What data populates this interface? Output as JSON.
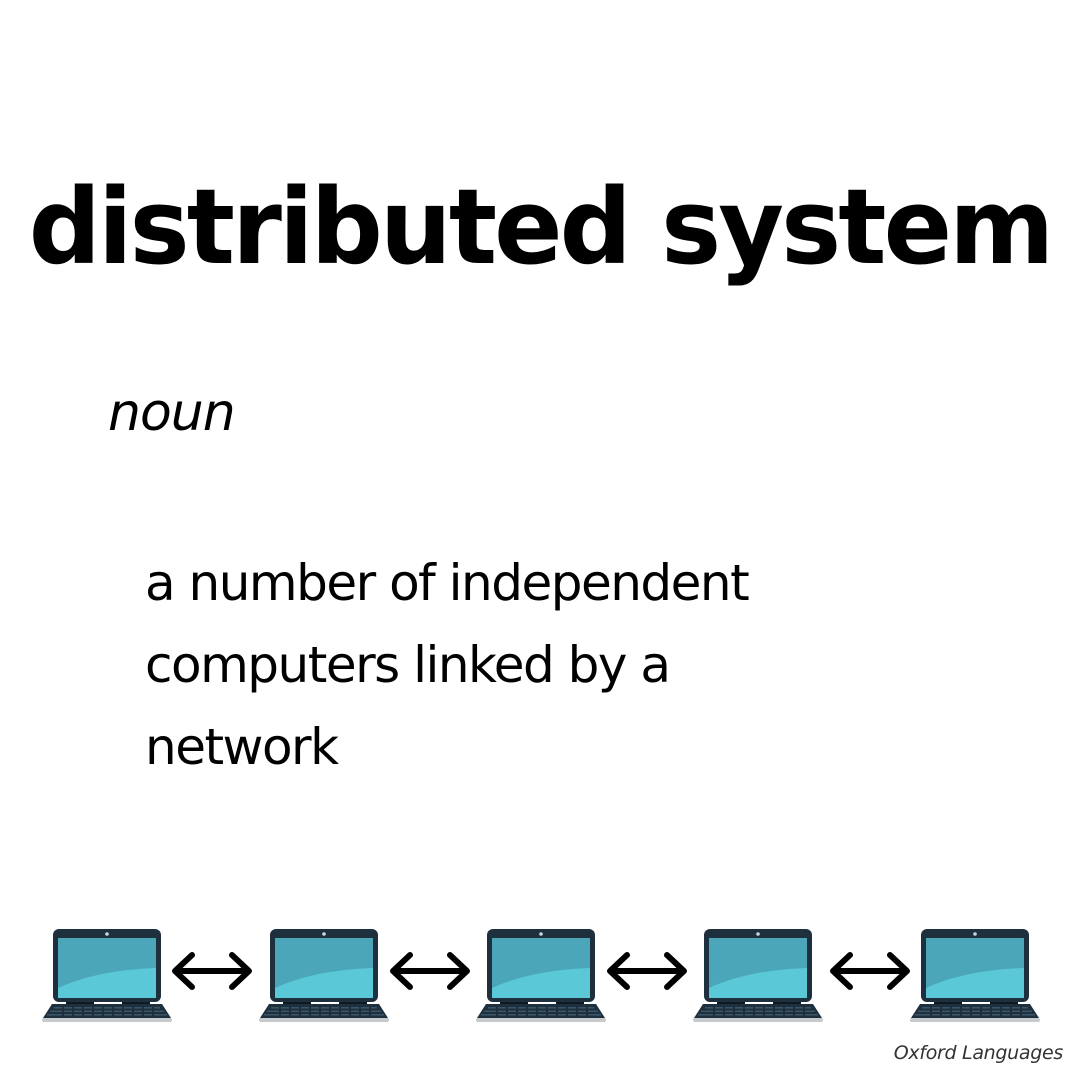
{
  "entry": {
    "headword": "distributed system",
    "part_of_speech": "noun",
    "definition_lines": [
      "a number of independent",
      "computers linked by a",
      "network"
    ],
    "definition": "a number of independent computers linked by a network"
  },
  "illustration": {
    "laptop_count": 5,
    "arrow_count": 4,
    "items": [
      "laptop-icon",
      "double-arrow-icon",
      "laptop-icon",
      "double-arrow-icon",
      "laptop-icon",
      "double-arrow-icon",
      "laptop-icon",
      "double-arrow-icon",
      "laptop-icon"
    ],
    "colors": {
      "bezel": "#1e2f3d",
      "screen_top": "#4aa6b8",
      "screen_bottom": "#5bc8d8",
      "keyboard": "#1e2f3d",
      "keys": "#3a5468",
      "base": "#c7cacc",
      "arrow": "#000000"
    }
  },
  "footer": {
    "source": "Oxford Languages"
  }
}
